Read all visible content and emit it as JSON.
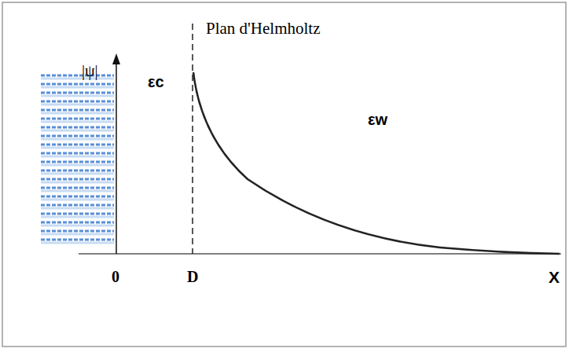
{
  "diagram": {
    "labels": [
      "|ψ|",
      "Plan d'Helmholtz",
      "εc",
      "εw",
      "0",
      "D",
      "X"
    ]
  }
}
